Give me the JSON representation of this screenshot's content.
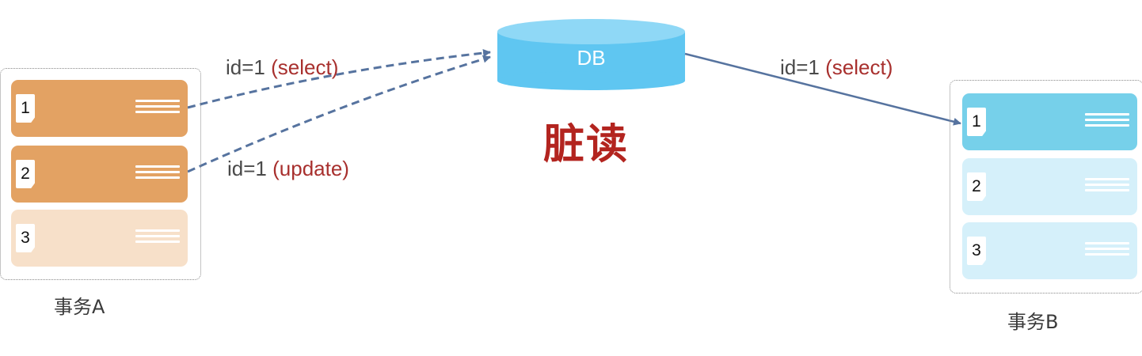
{
  "title": "脏读",
  "database": {
    "label": "DB",
    "icon": "database-cylinder-icon",
    "colors": {
      "body": "#5fc6f1",
      "top": "#8fd8f6"
    }
  },
  "transactions": [
    {
      "label": "事务A",
      "rows": [
        {
          "number": "1",
          "state": "active",
          "color": "#e3a263"
        },
        {
          "number": "2",
          "state": "active",
          "color": "#e3a263"
        },
        {
          "number": "3",
          "state": "inactive",
          "color": "#f7e0c9"
        }
      ]
    },
    {
      "label": "事务B",
      "rows": [
        {
          "number": "1",
          "state": "active",
          "color": "#76d0ea"
        },
        {
          "number": "2",
          "state": "inactive",
          "color": "#d5f0fa"
        },
        {
          "number": "3",
          "state": "inactive",
          "color": "#d5f0fa"
        }
      ]
    }
  ],
  "edges": [
    {
      "from": "事务A row 1",
      "to": "DB",
      "key": "id=1",
      "op": "(select)",
      "style": "dashed"
    },
    {
      "from": "事务A row 2",
      "to": "DB",
      "key": "id=1",
      "op": "(update)",
      "style": "dashed"
    },
    {
      "from": "DB",
      "to": "事务B row 1",
      "key": "id=1",
      "op": "(select)",
      "style": "solid"
    }
  ],
  "colors": {
    "edge": "#56739f",
    "title": "#b3241f",
    "operation": "#a8302e",
    "key_text": "#4a4a4a"
  }
}
